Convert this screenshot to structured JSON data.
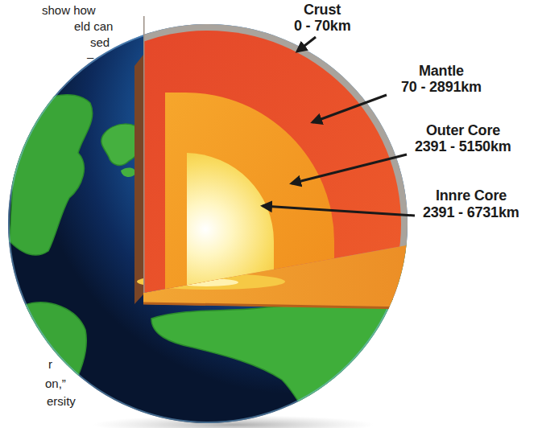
{
  "diagram": {
    "labels": [
      "show how",
      "eld can",
      "sed",
      "–",
      "Crust",
      "0 - 70km",
      "Mantle",
      "70 - 2891km",
      "Outer Core",
      "2391 - 5150km",
      "Innre Core",
      "2391 - 6731km",
      "r",
      "on,”",
      "ersity"
    ]
  }
}
